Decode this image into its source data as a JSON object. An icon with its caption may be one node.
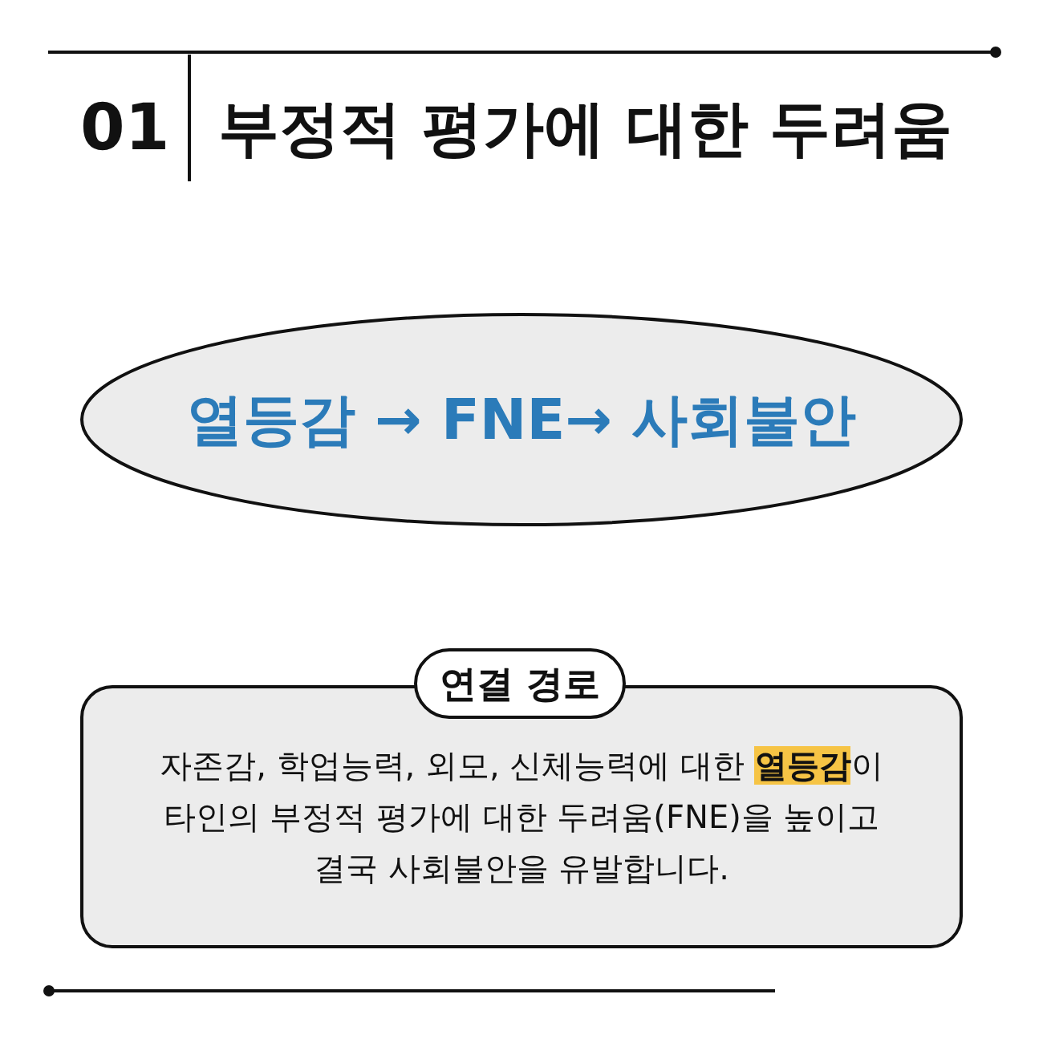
{
  "diagram": {
    "title": "부정적 평가에 대한 두려움",
    "nodes": [
      {
        "text": [
          "열등감 → FNE→ 사회불안"
        ]
      },
      {
        "text": [
          "연결 경로"
        ]
      },
      {
        "text": [
          "자존감, 학업능력, 외모, 신체능력에 대한 **열등감**이 타인의 부정적 평가에 대한 두려움(FNE)을 높이고 결국 사회불안을 유발합니다."
        ]
      }
    ],
    "labels": [
      "01"
    ]
  }
}
